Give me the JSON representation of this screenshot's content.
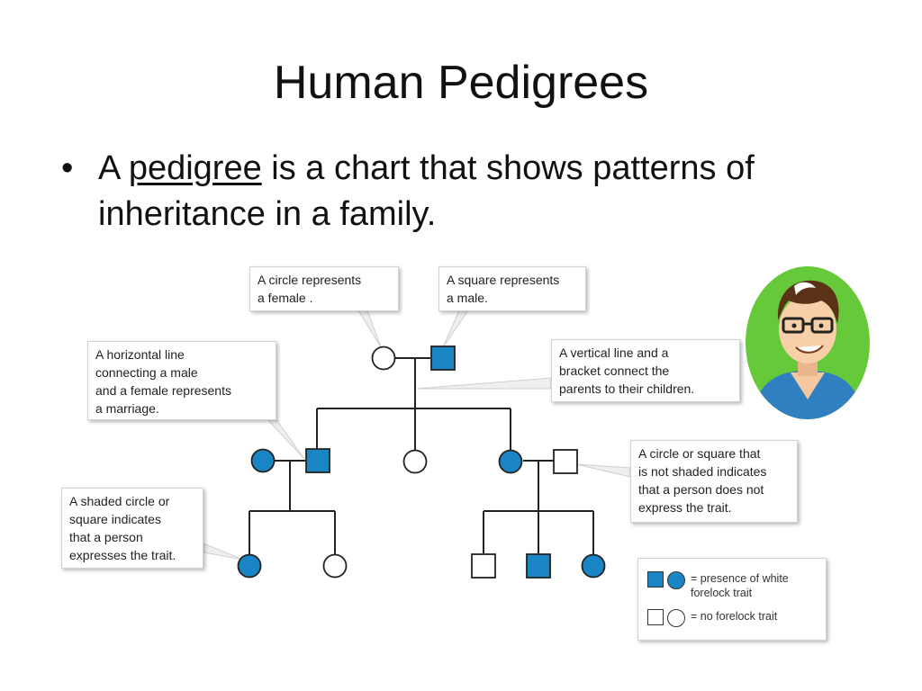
{
  "slide": {
    "title": "Human Pedigrees",
    "bullet": {
      "prefix": "A ",
      "term": "pedigree",
      "suffix": " is a chart that shows patterns of inheritance in a family."
    }
  },
  "callouts": {
    "circle_female": "A circle represents\na female .",
    "square_male": "A square represents\na male.",
    "horizontal_line": "A horizontal line\nconnecting a male\nand a female represents\na marriage.",
    "vertical_line": "A vertical line and a\nbracket connect the\nparents to their children.",
    "shaded": "A shaded circle or\nsquare indicates\nthat a person\nexpresses the trait.",
    "not_shaded": "A circle or square that\nis not shaded indicates\nthat a person does not\nexpress the trait."
  },
  "legend": {
    "presence": "= presence of white\nforelock trait",
    "none": "= no forelock trait"
  },
  "colors": {
    "affected": "#1a85c4",
    "line": "#222222",
    "callout_border": "#d2d2d2",
    "avatar_bg": "#66c93a",
    "avatar_shirt": "#2f7fc1"
  }
}
